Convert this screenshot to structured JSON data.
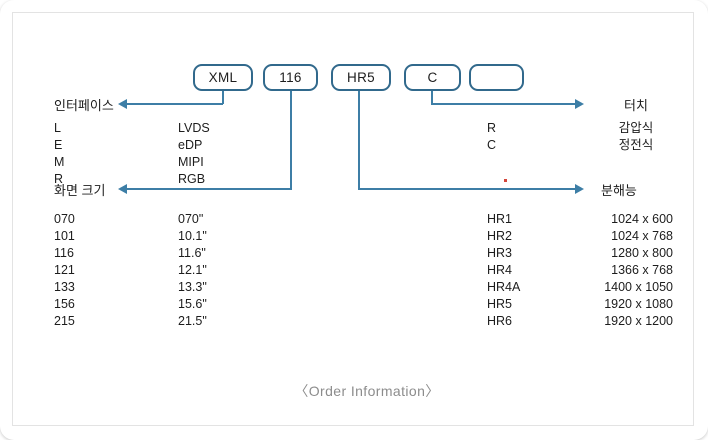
{
  "diagram": {
    "caption": "〈Order Information〉",
    "accent_color": "#3d7ea6",
    "box_border_color": "#31698c",
    "code_boxes": [
      {
        "name": "interface",
        "value": "XML"
      },
      {
        "name": "screen-size",
        "value": "116"
      },
      {
        "name": "resolution",
        "value": "HR5"
      },
      {
        "name": "touch",
        "value": "C"
      },
      {
        "name": "blank",
        "value": ""
      }
    ],
    "groups": {
      "interface": {
        "label": "인터페이스",
        "codes": [
          "L",
          "E",
          "M",
          "R"
        ],
        "values": [
          "LVDS",
          "eDP",
          "MIPI",
          "RGB"
        ]
      },
      "screen_size": {
        "label": "화면 크기",
        "codes": [
          "070",
          "101",
          "116",
          "121",
          "133",
          "156",
          "215"
        ],
        "values": [
          "070\"",
          "10.1\"",
          "11.6\"",
          "12.1\"",
          "13.3\"",
          "15.6\"",
          "21.5\""
        ]
      },
      "touch": {
        "label": "터치",
        "codes": [
          "R",
          "C"
        ],
        "values": [
          "감압식",
          "정전식"
        ]
      },
      "resolution": {
        "label": "분해능",
        "codes": [
          "HR1",
          "HR2",
          "HR3",
          "HR4",
          "HR4A",
          "HR5",
          "HR6"
        ],
        "values": [
          "1024 x 600",
          "1024 x 768",
          "1280 x 800",
          "1366 x 768",
          "1400 x 1050",
          "1920 x 1080",
          "1920 x 1200"
        ]
      }
    }
  }
}
